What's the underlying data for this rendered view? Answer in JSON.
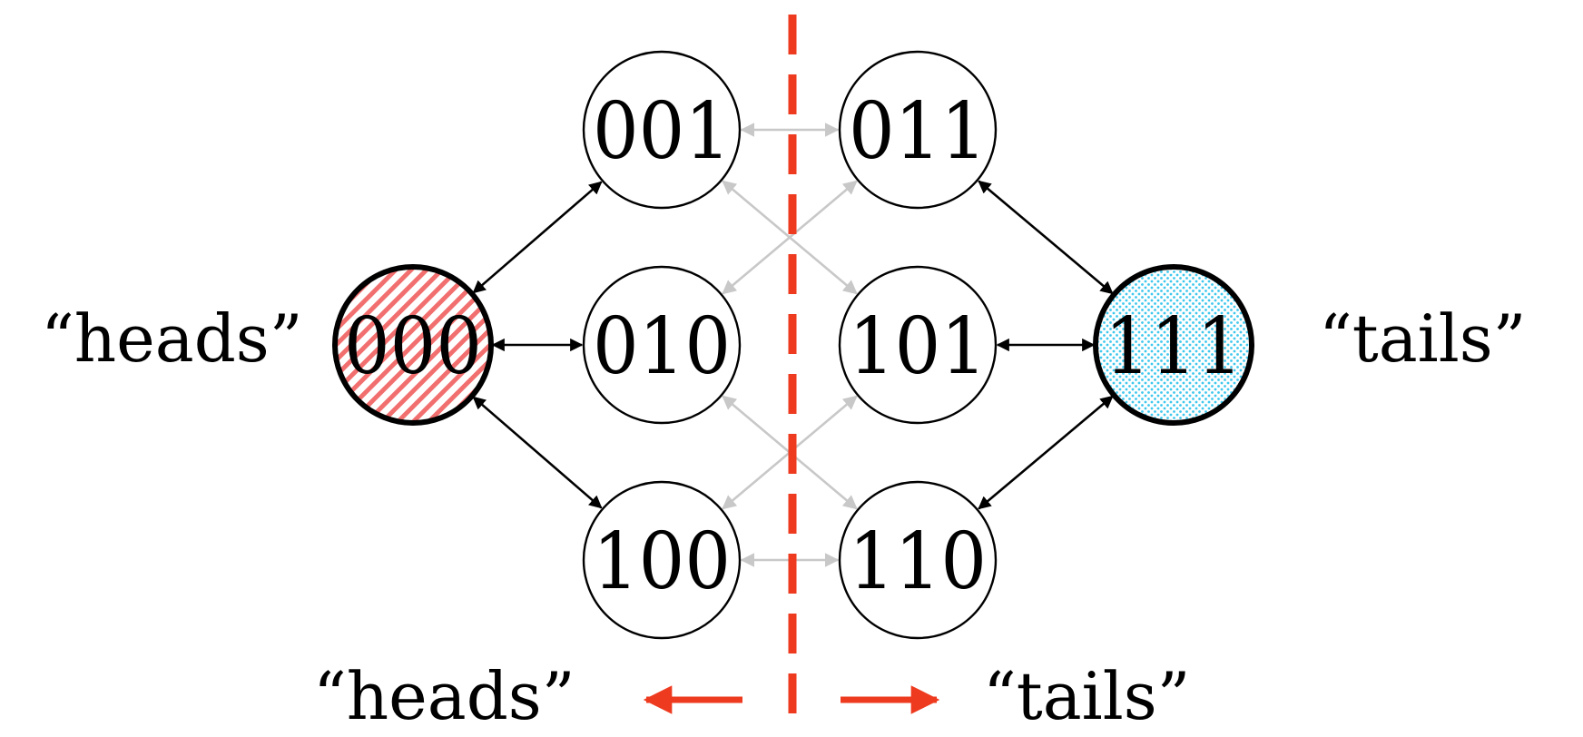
{
  "nodes": [
    {
      "id": "000",
      "label": "000",
      "style": "heads"
    },
    {
      "id": "001",
      "label": "001",
      "style": "plain"
    },
    {
      "id": "010",
      "label": "010",
      "style": "plain"
    },
    {
      "id": "100",
      "label": "100",
      "style": "plain"
    },
    {
      "id": "011",
      "label": "011",
      "style": "plain"
    },
    {
      "id": "101",
      "label": "101",
      "style": "plain"
    },
    {
      "id": "110",
      "label": "110",
      "style": "plain"
    },
    {
      "id": "111",
      "label": "111",
      "style": "tails"
    }
  ],
  "edges": [
    {
      "from": "000",
      "to": "001",
      "emphasis": "strong"
    },
    {
      "from": "000",
      "to": "010",
      "emphasis": "strong"
    },
    {
      "from": "000",
      "to": "100",
      "emphasis": "strong"
    },
    {
      "from": "011",
      "to": "111",
      "emphasis": "strong"
    },
    {
      "from": "101",
      "to": "111",
      "emphasis": "strong"
    },
    {
      "from": "110",
      "to": "111",
      "emphasis": "strong"
    },
    {
      "from": "001",
      "to": "011",
      "emphasis": "faint"
    },
    {
      "from": "001",
      "to": "101",
      "emphasis": "faint"
    },
    {
      "from": "010",
      "to": "011",
      "emphasis": "faint"
    },
    {
      "from": "010",
      "to": "110",
      "emphasis": "faint"
    },
    {
      "from": "100",
      "to": "101",
      "emphasis": "faint"
    },
    {
      "from": "100",
      "to": "110",
      "emphasis": "faint"
    }
  ],
  "labels": {
    "heads_side": "“heads”",
    "tails_side": "“tails”",
    "heads_bottom": "“heads”",
    "tails_bottom": "“tails”"
  },
  "colors": {
    "strong_edge": "#000000",
    "faint_edge": "#c8c8c8",
    "divider": "#ee3a1f",
    "heads_fill": "#f26f6f",
    "tails_fill": "#3ec8ee"
  }
}
